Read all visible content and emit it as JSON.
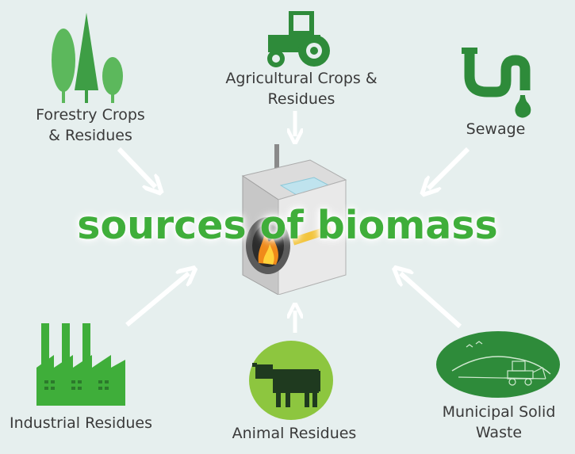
{
  "title": "sources of biomass",
  "sources": {
    "forestry": {
      "line1": "Forestry Crops",
      "line2": "& Residues"
    },
    "agricultural": {
      "line1": "Agricultural Crops &",
      "line2": "Residues"
    },
    "sewage": {
      "line1": "Sewage"
    },
    "industrial": {
      "line1": "Industrial Residues"
    },
    "animal": {
      "line1": "Animal Residues"
    },
    "municipal": {
      "line1": "Municipal Solid",
      "line2": "Waste"
    }
  },
  "colors": {
    "background": "#e6efee",
    "green": "#3fae3a",
    "dark_green": "#2e8b3a",
    "text": "#3a3a3a"
  }
}
